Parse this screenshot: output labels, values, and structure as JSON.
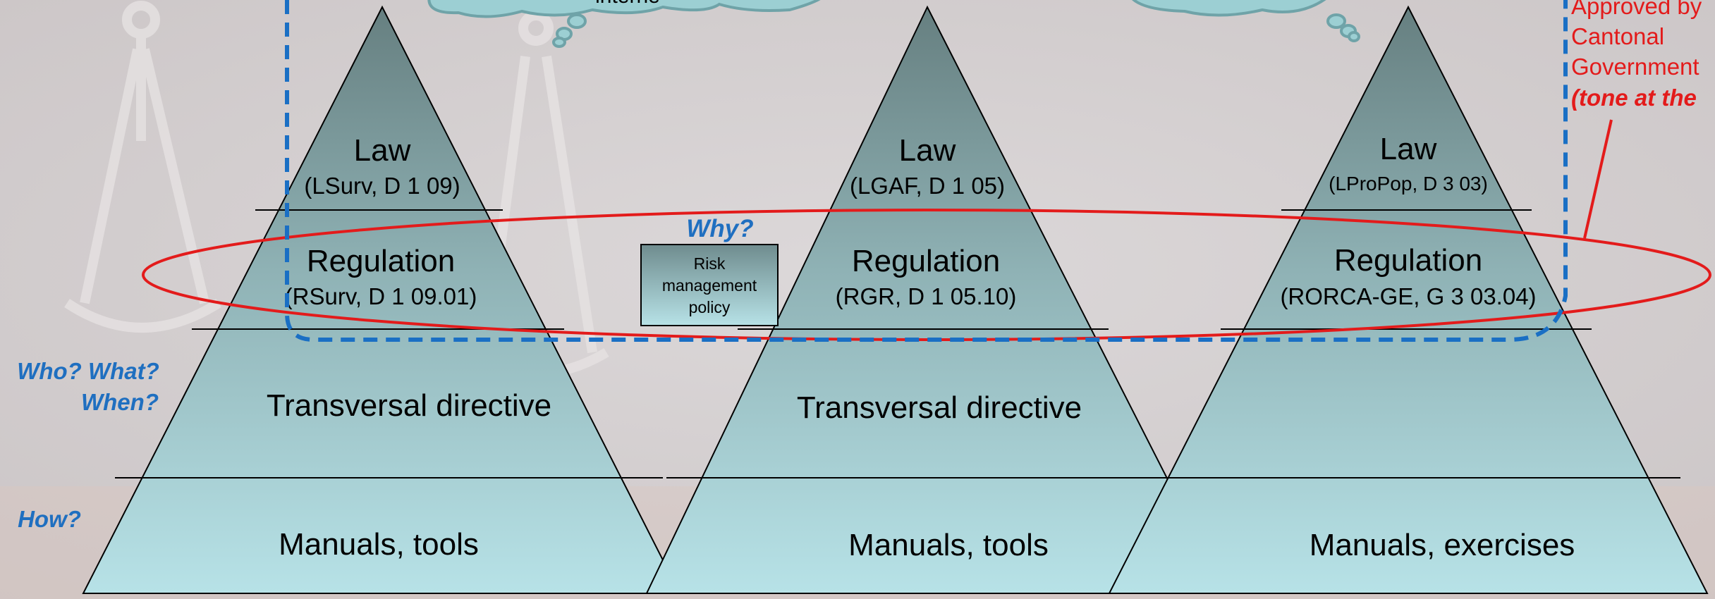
{
  "cloud_left_text": "interne",
  "left_questions": {
    "who_what_line1": "Who? What?",
    "who_what_line2": "When?",
    "how": "How?"
  },
  "why": "Why?",
  "risk_box": {
    "line1": "Risk",
    "line2": "management",
    "line3": "policy"
  },
  "approval": {
    "line1": "Approved by",
    "line2": "Cantonal",
    "line3": "Government",
    "line4": "(tone at the"
  },
  "pyramids": [
    {
      "law": "Law",
      "law_ref": "(LSurv, D 1 09)",
      "regulation": "Regulation",
      "regulation_ref": "(RSurv, D 1 09.01)",
      "directive": "Transversal directive",
      "manuals": "Manuals, tools"
    },
    {
      "law": "Law",
      "law_ref": "(LGAF, D 1 05)",
      "regulation": "Regulation",
      "regulation_ref": "(RGR, D 1 05.10)",
      "directive": "Transversal directive",
      "manuals": "Manuals, tools"
    },
    {
      "law": "Law",
      "law_ref": "(LProPop, D 3 03)",
      "regulation": "Regulation",
      "regulation_ref": "(RORCA-GE, G 3 03.04)",
      "directive": "",
      "manuals": "Manuals, exercises"
    }
  ],
  "colors": {
    "blue_text": "#1f6fc0",
    "red": "#e31b1b",
    "dashed_blue": "#1a6fc4",
    "pyramid_top": "#6e8a8b",
    "pyramid_bottom": "#b5e1e6"
  }
}
